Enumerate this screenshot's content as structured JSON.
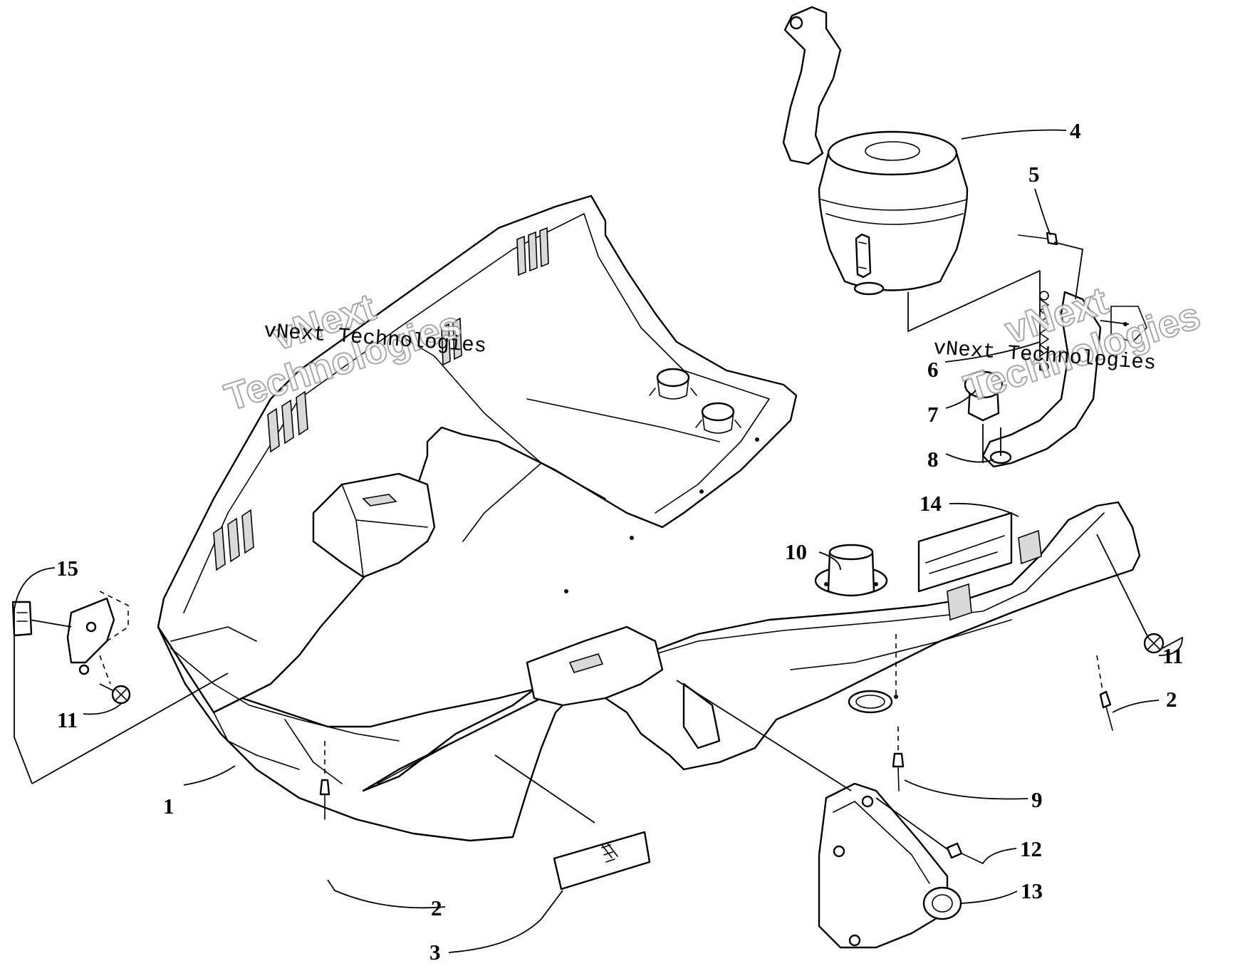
{
  "diagram": {
    "watermark": {
      "line1": "vNext",
      "line2": "Technologies",
      "caption": "vNext Technologies"
    },
    "callouts": [
      {
        "id": "c1",
        "label": "1"
      },
      {
        "id": "c2a",
        "label": "2"
      },
      {
        "id": "c2b",
        "label": "2"
      },
      {
        "id": "c3",
        "label": "3"
      },
      {
        "id": "c4",
        "label": "4"
      },
      {
        "id": "c5",
        "label": "5"
      },
      {
        "id": "c6",
        "label": "6"
      },
      {
        "id": "c7",
        "label": "7"
      },
      {
        "id": "c8",
        "label": "8"
      },
      {
        "id": "c9",
        "label": "9"
      },
      {
        "id": "c10",
        "label": "10"
      },
      {
        "id": "c11a",
        "label": "11"
      },
      {
        "id": "c11b",
        "label": "11"
      },
      {
        "id": "c12",
        "label": "12"
      },
      {
        "id": "c13",
        "label": "13"
      },
      {
        "id": "c14",
        "label": "14"
      },
      {
        "id": "c15",
        "label": "15"
      }
    ]
  }
}
